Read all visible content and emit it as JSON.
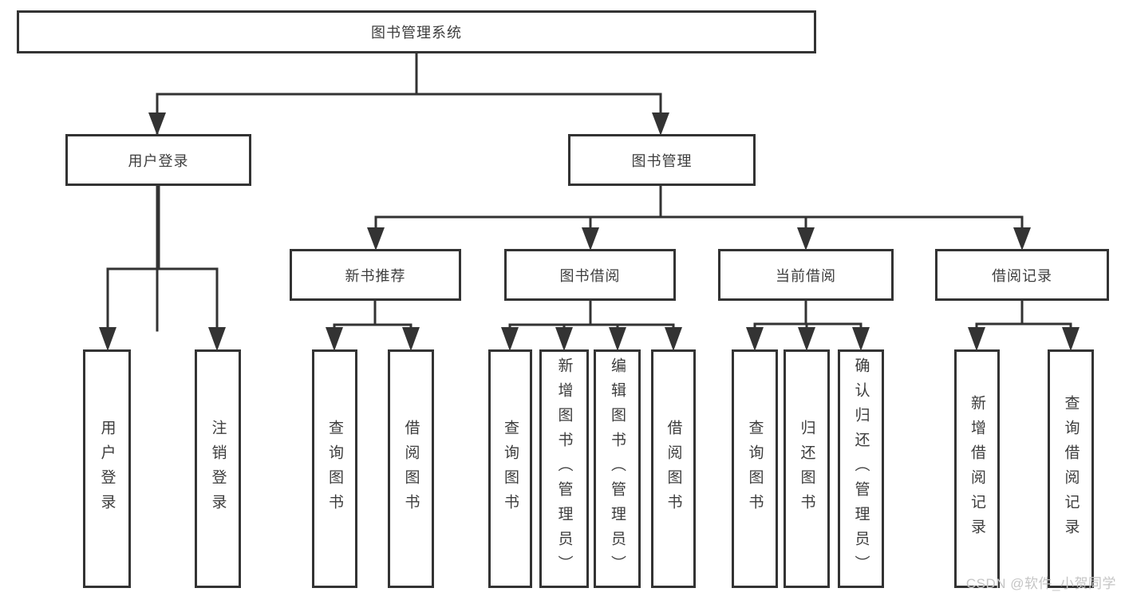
{
  "diagram": {
    "root": {
      "label": "图书管理系统"
    },
    "branches": [
      {
        "label": "用户登录",
        "children": [
          {
            "label": "用户登录"
          },
          {
            "label": "注销登录"
          }
        ]
      },
      {
        "label": "图书管理",
        "children": [
          {
            "label": "新书推荐",
            "children": [
              {
                "label": "查询图书"
              },
              {
                "label": "借阅图书"
              }
            ]
          },
          {
            "label": "图书借阅",
            "children": [
              {
                "label": "查询图书"
              },
              {
                "label": "新增图书（管理员）"
              },
              {
                "label": "编辑图书（管理员）"
              },
              {
                "label": "借阅图书"
              }
            ]
          },
          {
            "label": "当前借阅",
            "children": [
              {
                "label": "查询图书"
              },
              {
                "label": "归还图书"
              },
              {
                "label": "确认归还（管理员）"
              }
            ]
          },
          {
            "label": "借阅记录",
            "children": [
              {
                "label": "新增借阅记录"
              },
              {
                "label": "查询借阅记录"
              }
            ]
          }
        ]
      }
    ]
  },
  "colors": {
    "line": "#333333",
    "text": "#3d3d3d",
    "watermark": "#c5c5c5",
    "background": "#ffffff"
  },
  "watermark": {
    "text": "CSDN @软件_小贺同学"
  }
}
